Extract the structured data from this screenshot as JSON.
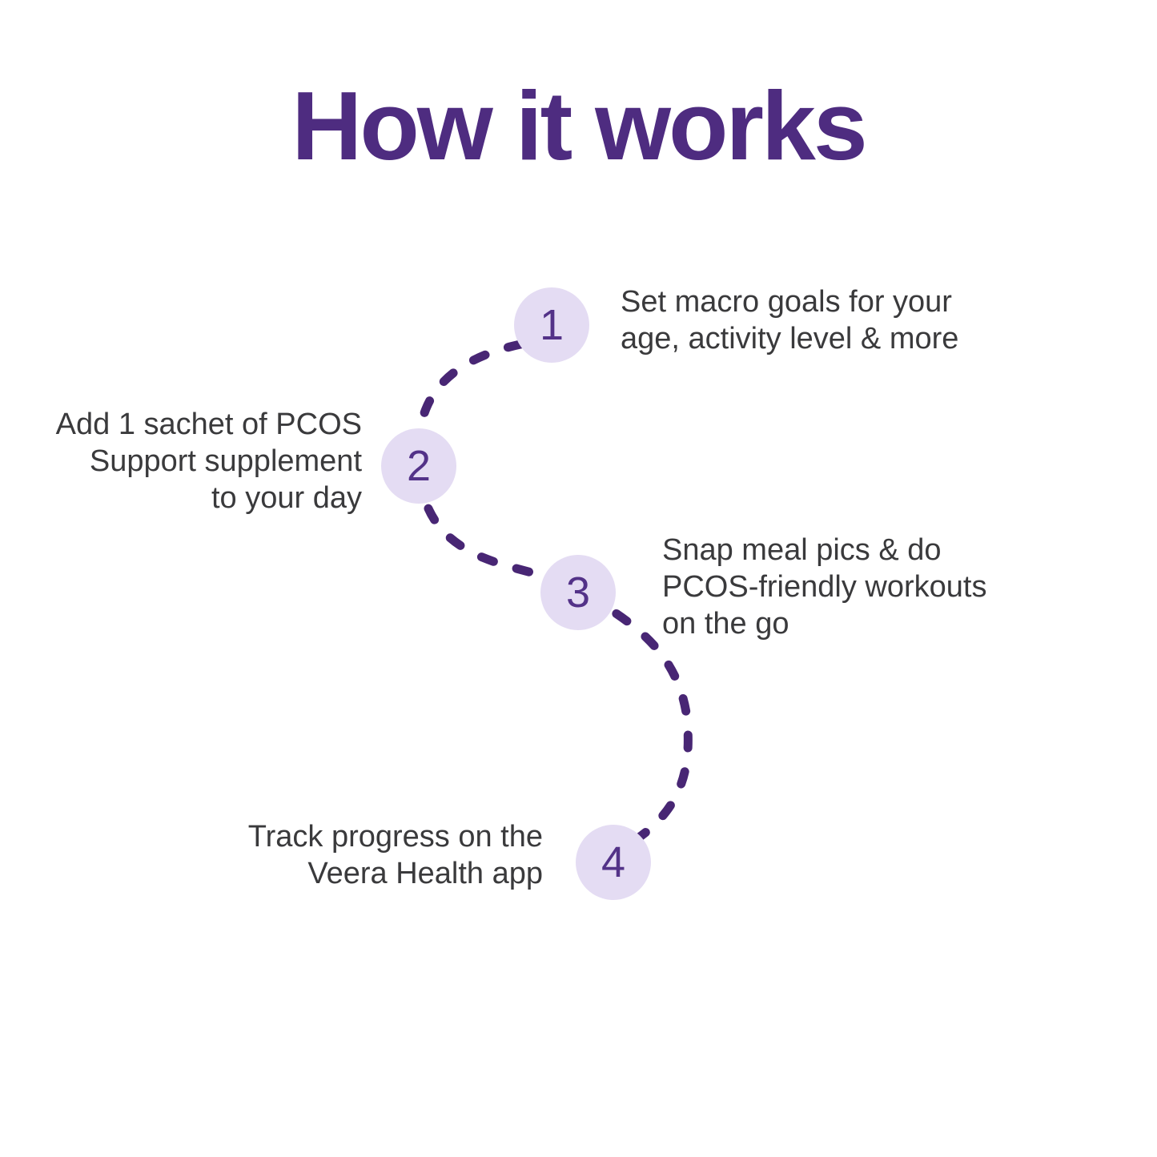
{
  "title": "How it works",
  "colors": {
    "background": "#FFFFFF",
    "title": "#4E2C80",
    "step_text": "#3A3A3C",
    "circle_fill": "#E4DCF3",
    "circle_number": "#533288",
    "connector_path": "#482674"
  },
  "steps": [
    {
      "number": "1",
      "lines": [
        "Set macro goals for your",
        "age, activity level & more"
      ]
    },
    {
      "number": "2",
      "lines": [
        "Add 1 sachet of PCOS",
        "Support supplement",
        "to your day"
      ]
    },
    {
      "number": "3",
      "lines": [
        "Snap meal pics & do",
        "PCOS-friendly workouts",
        "on the go"
      ]
    },
    {
      "number": "4",
      "lines": [
        "Track progress on the",
        "Veera Health app"
      ]
    }
  ]
}
